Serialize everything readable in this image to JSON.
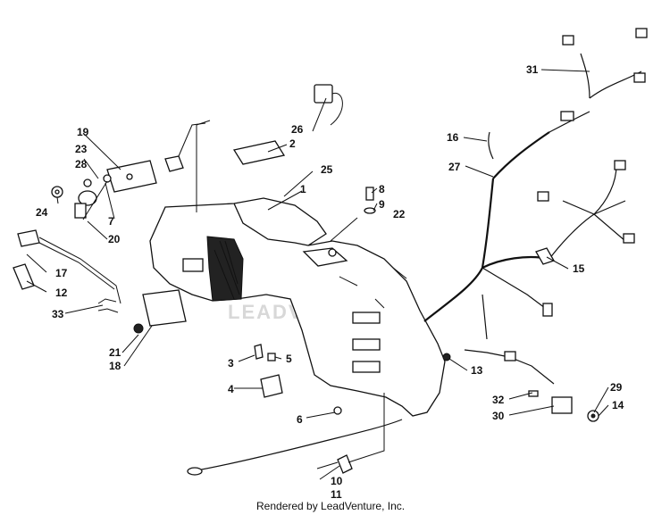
{
  "footer": {
    "text": "Rendered by LeadVenture, Inc."
  },
  "watermark": {
    "text": "LEADVENTURE"
  },
  "callouts": {
    "c1": "1",
    "c2": "2",
    "c3": "3",
    "c4": "4",
    "c5": "5",
    "c6": "6",
    "c7": "7",
    "c8": "8",
    "c9": "9",
    "c10": "10",
    "c11": "11",
    "c12": "12",
    "c13": "13",
    "c14": "14",
    "c15": "15",
    "c16": "16",
    "c17": "17",
    "c18": "18",
    "c19": "19",
    "c20": "20",
    "c21": "21",
    "c22": "22",
    "c23": "23",
    "c24": "24",
    "c25": "25",
    "c26": "26",
    "c27": "27",
    "c28": "28",
    "c29": "29",
    "c30": "30",
    "c31": "31",
    "c32": "32",
    "c33": "33"
  },
  "colors": {
    "ink": "#111111",
    "paper": "#ffffff",
    "watermark": "#d8d8d8"
  }
}
